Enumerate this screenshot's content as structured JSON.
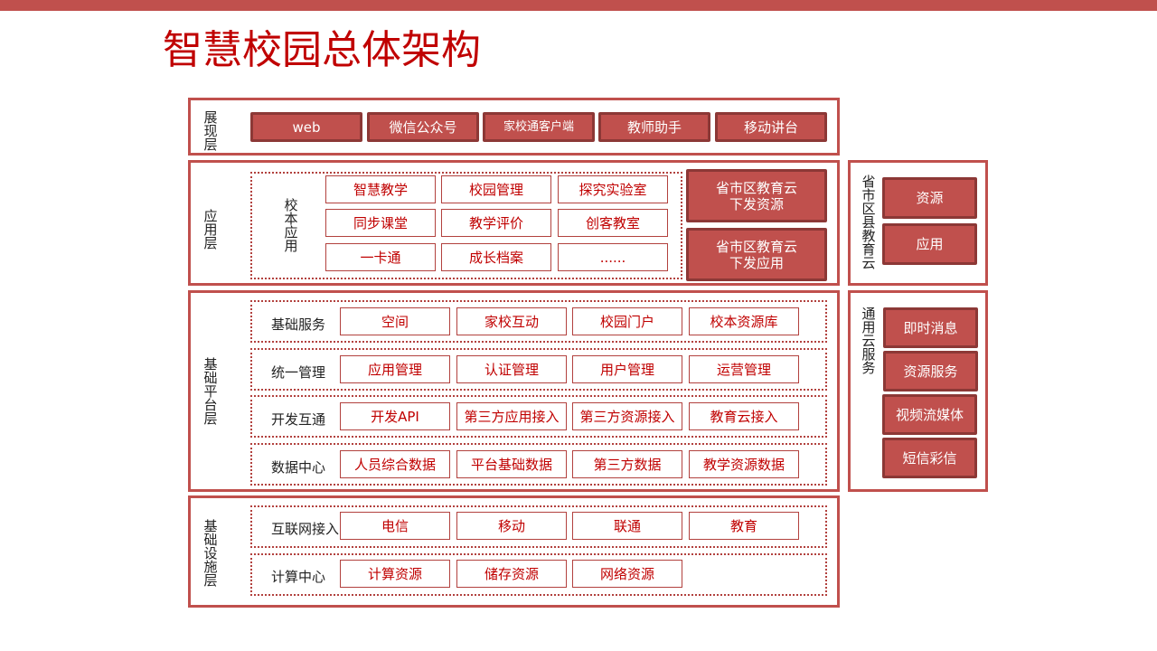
{
  "title": "智慧校园总体架构",
  "colors": {
    "accent": "#c0504d",
    "accent_dark": "#8c3836",
    "title_red": "#c00000",
    "outline_red": "#b2413e"
  },
  "presentation_layer": {
    "label": "展现层",
    "items": [
      "web",
      "微信公众号",
      "家校通客户端",
      "教师助手",
      "移动讲台"
    ]
  },
  "application_layer": {
    "label": "应用层",
    "school_apps": {
      "label": "校本应用",
      "items": [
        "智慧教学",
        "校园管理",
        "探究实验室",
        "同步课堂",
        "教学评价",
        "创客教室",
        "一卡通",
        "成长档案",
        "......"
      ]
    },
    "cloud_items": [
      "省市区教育云\n下发资源",
      "省市区教育云\n下发应用"
    ]
  },
  "regional_cloud": {
    "label": "省市区县教育云",
    "items": [
      "资源",
      "应用"
    ]
  },
  "platform_layer": {
    "label": "基础平台层",
    "rows": [
      {
        "label": "基础服务",
        "items": [
          "空间",
          "家校互动",
          "校园门户",
          "校本资源库"
        ]
      },
      {
        "label": "统一管理",
        "items": [
          "应用管理",
          "认证管理",
          "用户管理",
          "运营管理"
        ]
      },
      {
        "label": "开发互通",
        "items": [
          "开发API",
          "第三方应用接入",
          "第三方资源接入",
          "教育云接入"
        ]
      },
      {
        "label": "数据中心",
        "items": [
          "人员综合数据",
          "平台基础数据",
          "第三方数据",
          "教学资源数据"
        ]
      }
    ]
  },
  "common_cloud": {
    "label": "通用云服务",
    "items": [
      "即时消息",
      "资源服务",
      "视频流媒体",
      "短信彩信"
    ]
  },
  "infrastructure_layer": {
    "label": "基础设施层",
    "rows": [
      {
        "label": "互联网接入",
        "items": [
          "电信",
          "移动",
          "联通",
          "教育"
        ]
      },
      {
        "label": "计算中心",
        "items": [
          "计算资源",
          "储存资源",
          "网络资源"
        ]
      }
    ]
  }
}
